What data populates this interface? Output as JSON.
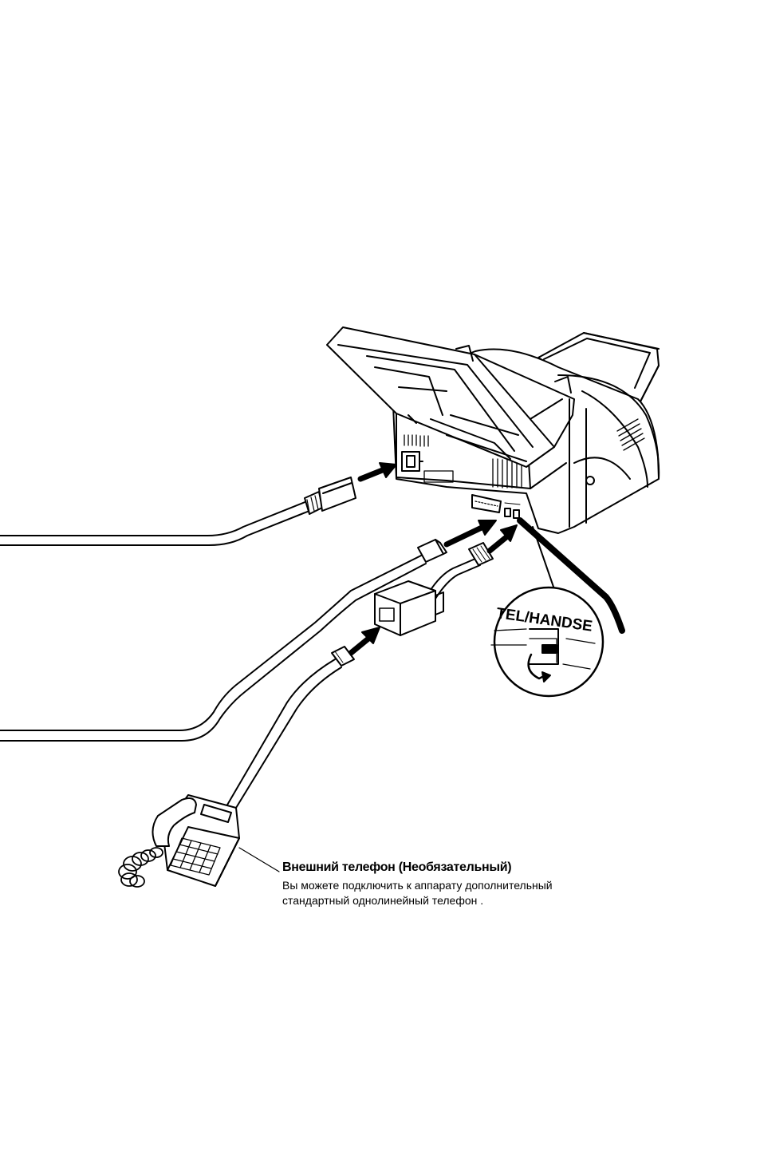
{
  "callout": {
    "title": "Внешний телефон (Необязательный)",
    "line1": "Вы можете подключить к аппарату дополнительный",
    "line2": "стандартный однолинейный телефон ."
  },
  "zoom": {
    "port_label": "TEL/HANDSE"
  },
  "colors": {
    "line": "#000000",
    "background": "#ffffff"
  }
}
